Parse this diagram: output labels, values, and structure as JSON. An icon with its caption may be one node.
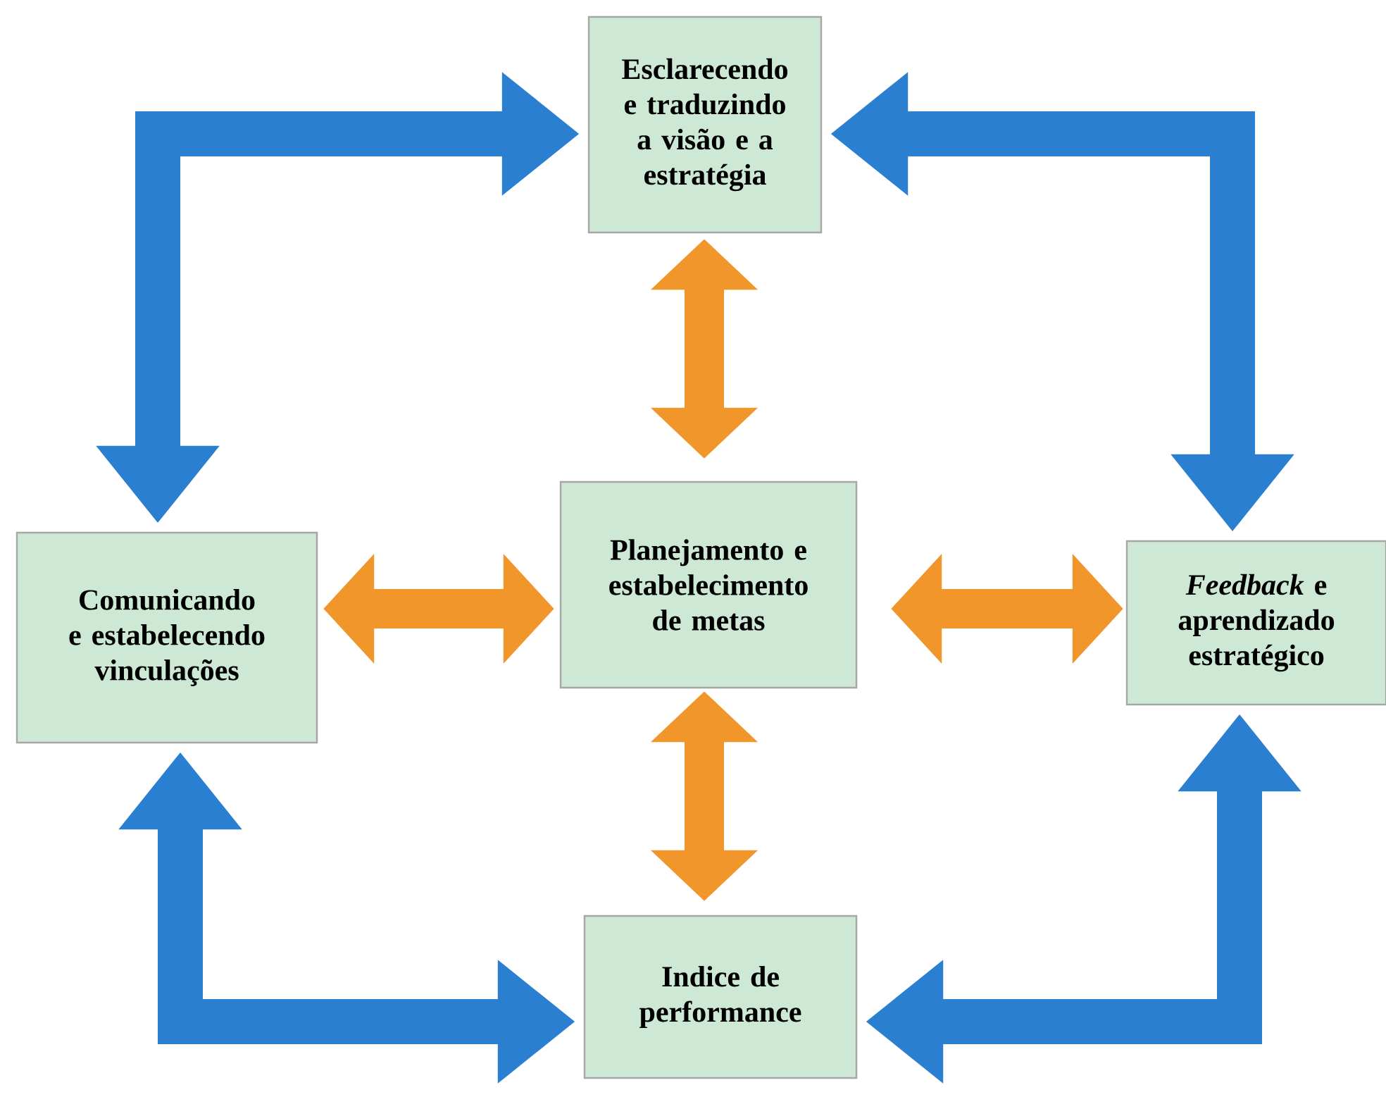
{
  "diagram": {
    "nodes": [
      {
        "text": [
          "Esclarecendo e traduzindo a visão e a estratégia"
        ]
      },
      {
        "text": [
          "Comunicando e estabelecendo vinculações"
        ]
      },
      {
        "text": [
          "Planejamento e estabelecimento de metas"
        ]
      },
      {
        "text": [
          "*Feedback* e aprendizado estratégico"
        ]
      },
      {
        "text": [
          "Indice de performance"
        ]
      }
    ],
    "edges": [
      {
        "from": 0,
        "to": 2,
        "arrow": "both",
        "color": "#f0962a"
      },
      {
        "from": 1,
        "to": 2,
        "arrow": "both",
        "color": "#f0962a"
      },
      {
        "from": 2,
        "to": 3,
        "arrow": "both",
        "color": "#f0962a"
      },
      {
        "from": 2,
        "to": 4,
        "arrow": "both",
        "color": "#f0962a"
      },
      {
        "from": 1,
        "to": 0,
        "arrow": "both",
        "color": "#2a7fd0"
      },
      {
        "from": 0,
        "to": 3,
        "arrow": "both",
        "color": "#2a7fd0"
      },
      {
        "from": 1,
        "to": 4,
        "arrow": "both",
        "color": "#2a7fd0"
      },
      {
        "from": 4,
        "to": 3,
        "arrow": "both",
        "color": "#2a7fd0"
      }
    ]
  }
}
